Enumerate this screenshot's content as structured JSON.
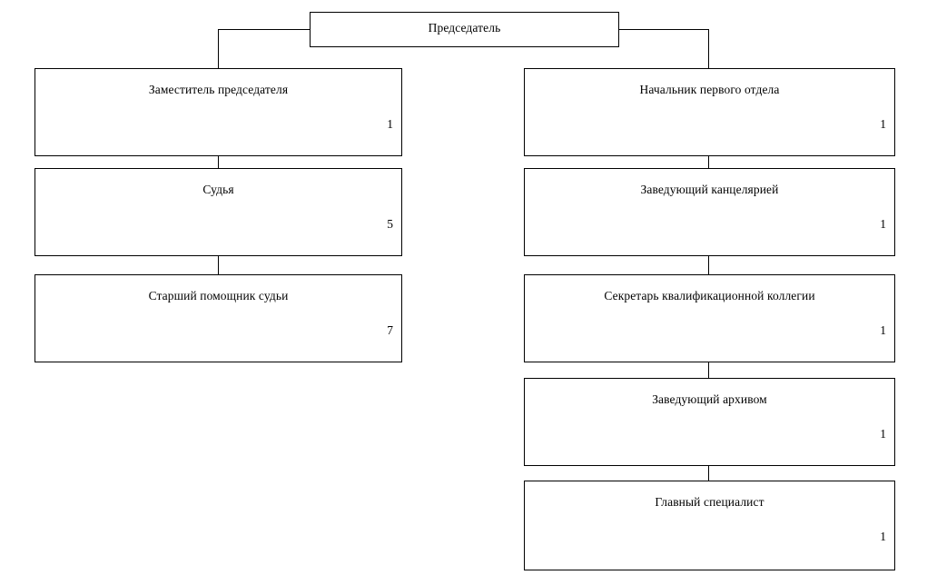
{
  "diagram": {
    "title_node": {
      "label": "Председатель",
      "count": ""
    },
    "left_column": [
      {
        "label": "Заместитель председателя",
        "count": "1"
      },
      {
        "label": "Судья",
        "count": "5"
      },
      {
        "label": "Старший помощник судьи",
        "count": "7"
      }
    ],
    "right_column": [
      {
        "label": "Начальник первого отдела",
        "count": "1"
      },
      {
        "label": "Заведующий канцелярией",
        "count": "1"
      },
      {
        "label": "Секретарь квалификационной коллегии",
        "count": "1"
      },
      {
        "label": "Заведующий архивом",
        "count": "1"
      },
      {
        "label": "Главный специалист",
        "count": "1"
      }
    ],
    "colors": {
      "line": "#000000",
      "box_fill": "#ffffff",
      "text": "#000000"
    }
  }
}
